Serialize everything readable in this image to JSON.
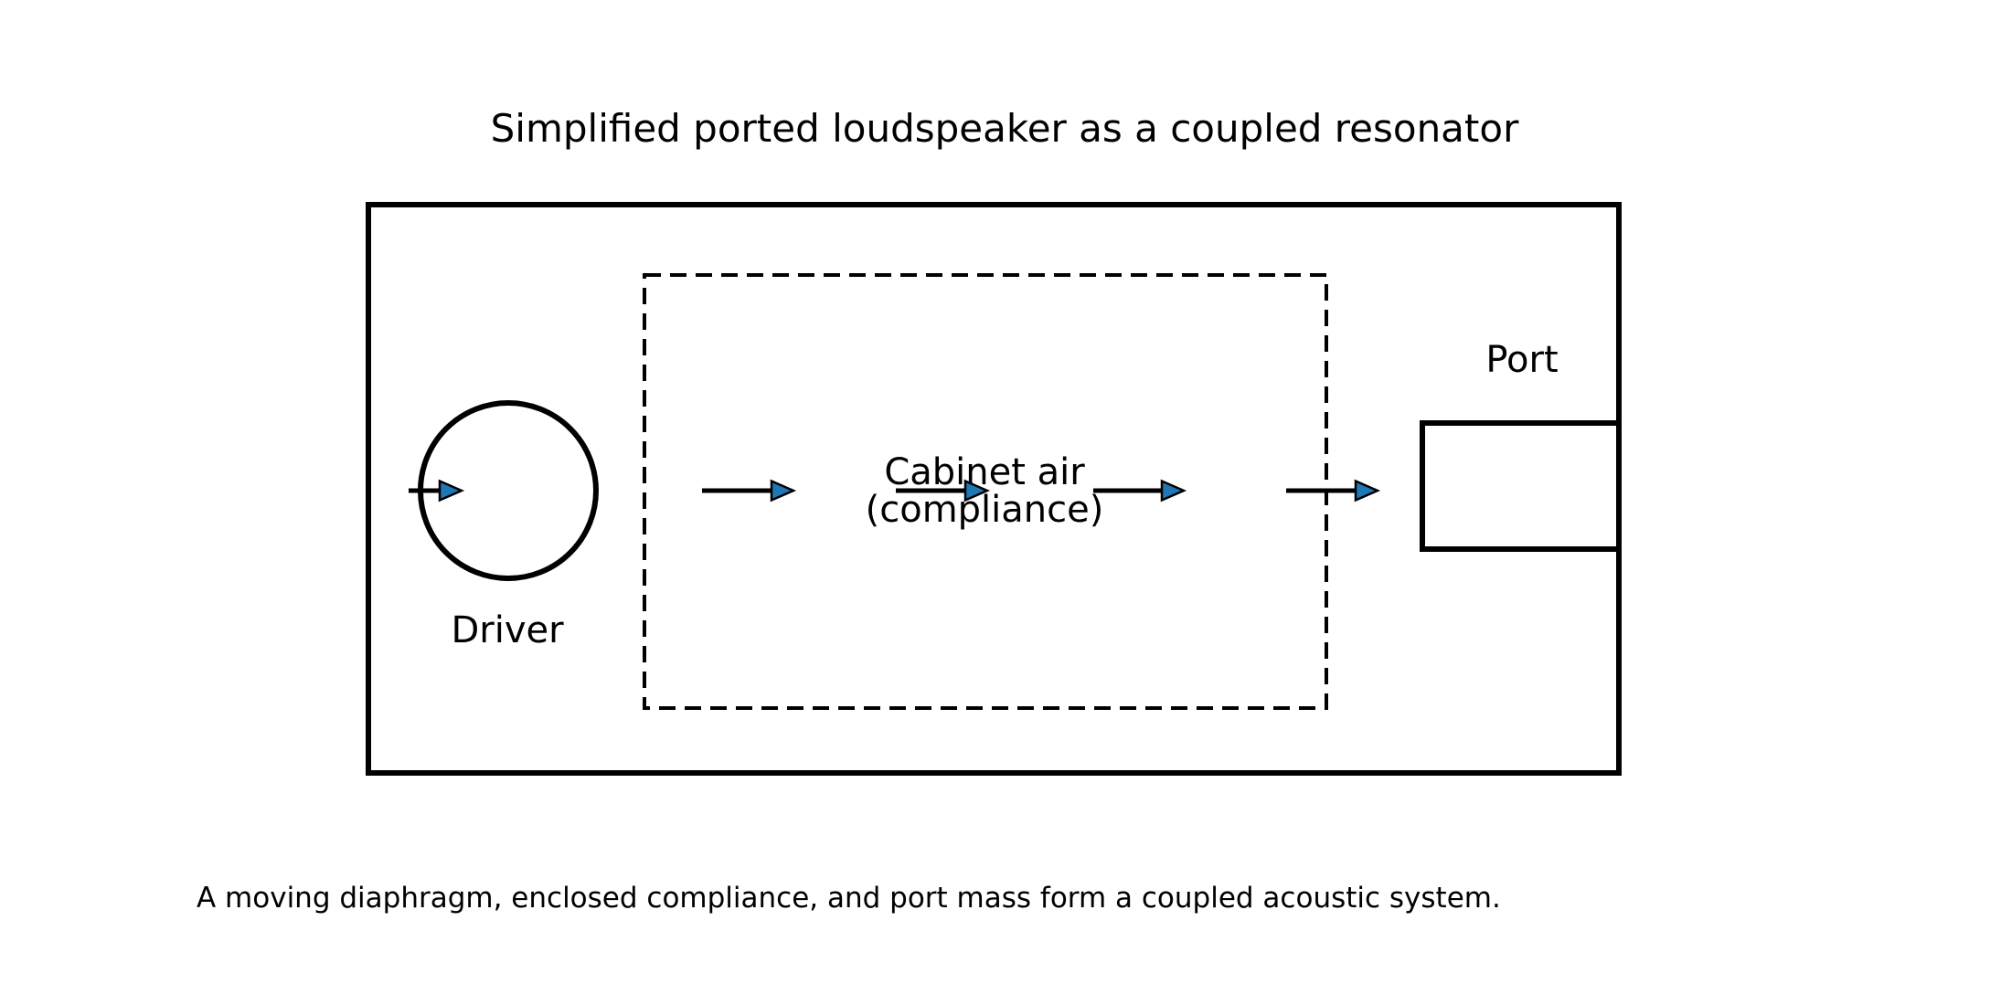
{
  "title": "Simplified ported loudspeaker as a coupled resonator",
  "caption": "A moving diaphragm, enclosed compliance, and port mass form a coupled acoustic system.",
  "diagram": {
    "labels": {
      "driver": "Driver",
      "port": "Port",
      "cabinet_line1": "Cabinet air",
      "cabinet_line2": "(compliance)"
    },
    "colors": {
      "line": "#000000",
      "arrowhead_fill": "#1f77b4",
      "background": "#ffffff"
    },
    "flow": {
      "arrow_count": 5,
      "direction": "right"
    }
  }
}
